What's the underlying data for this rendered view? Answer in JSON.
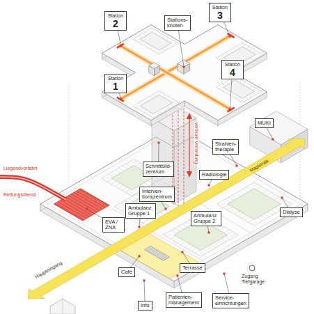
{
  "diagram": {
    "nodes": [
      {
        "text": [
          "Station",
          "2"
        ]
      },
      {
        "text": [
          "Stations- knoten"
        ]
      },
      {
        "text": [
          "Station",
          "3"
        ]
      },
      {
        "text": [
          "Station",
          "1"
        ]
      },
      {
        "text": [
          "Station",
          "4"
        ]
      },
      {
        "text": [
          "MUKI"
        ]
      },
      {
        "text": [
          "Schnittbild- zentrum"
        ]
      },
      {
        "text": [
          "Strahlen- therapie"
        ]
      },
      {
        "text": [
          "Interven- tionszentrum"
        ]
      },
      {
        "text": [
          "Radiologie"
        ]
      },
      {
        "text": [
          "Ambulanz Gruppe 1"
        ]
      },
      {
        "text": [
          "Ambulanz Gruppe 2"
        ]
      },
      {
        "text": [
          "Dialyse"
        ]
      },
      {
        "text": [
          "EVA / ZNA"
        ]
      },
      {
        "text": [
          "Terrasse"
        ]
      },
      {
        "text": [
          "Café"
        ]
      },
      {
        "text": [
          "Info"
        ]
      },
      {
        "text": [
          "Patienten- management"
        ]
      },
      {
        "text": [
          "Service- einrichtungen"
        ]
      }
    ],
    "labels": [
      "vertikale Verbindung",
      "Magistrale",
      "Liegendvorfahrt",
      "Rettungsdienst",
      "Haupteingang",
      "Zugang Tiefgarage"
    ]
  }
}
